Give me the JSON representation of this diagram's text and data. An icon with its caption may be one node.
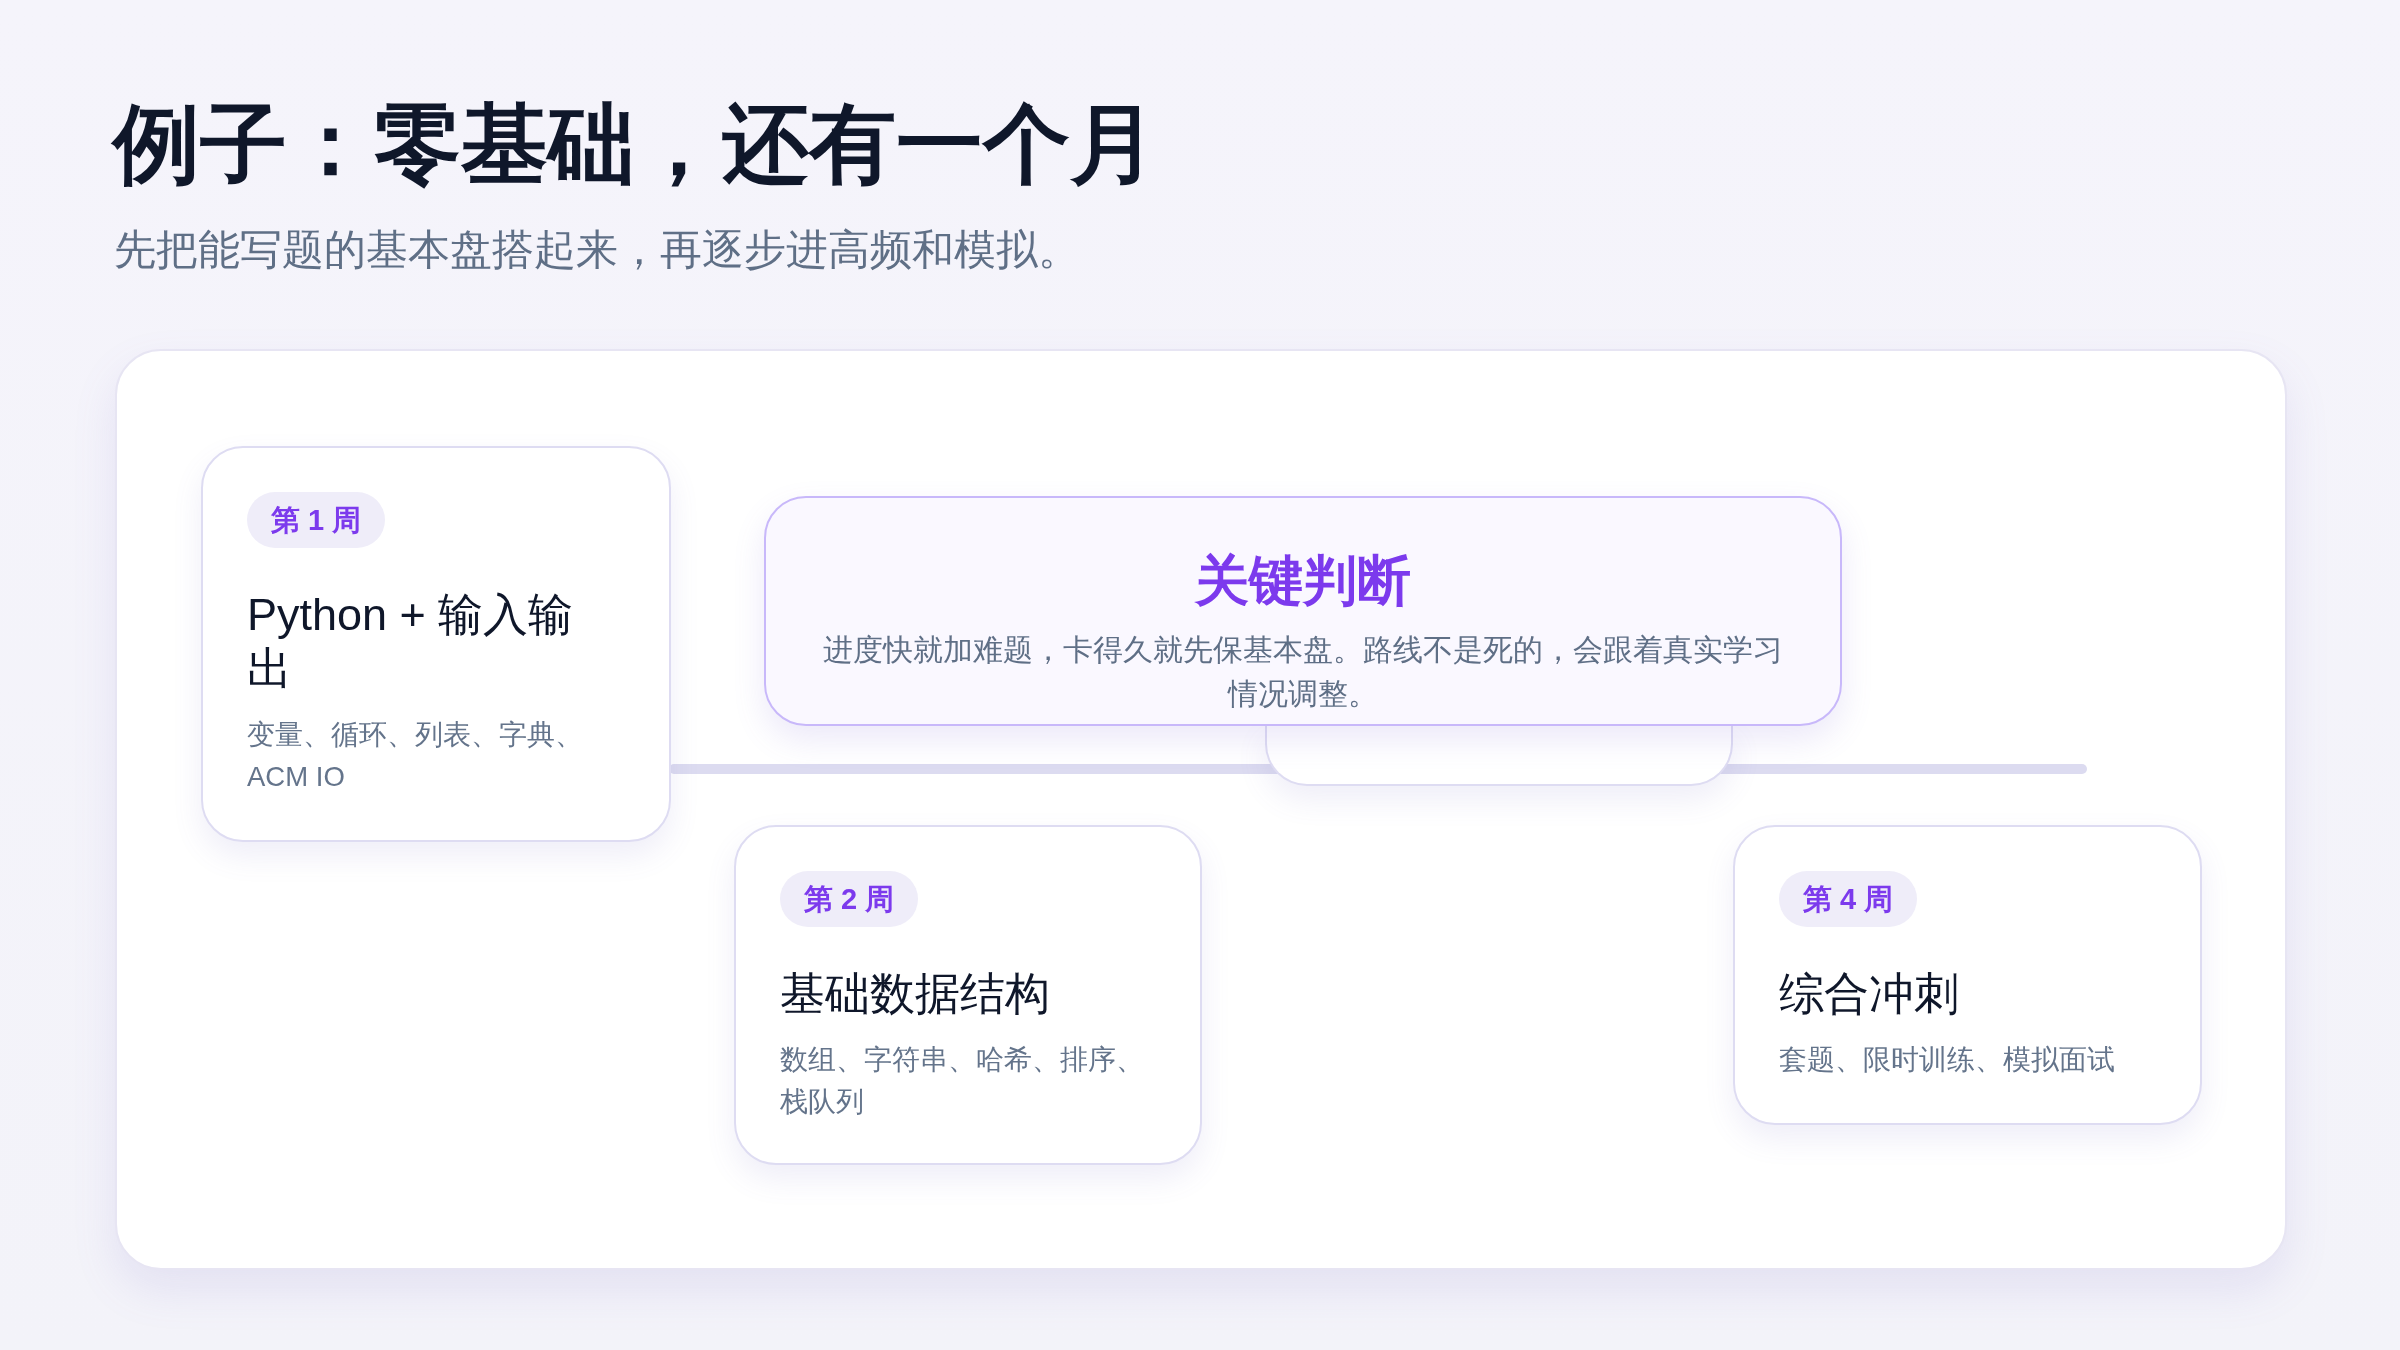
{
  "diagram": {
    "title": "例子：零基础，还有一个月",
    "nodes": [
      {
        "text": [],
        "shape": "box"
      },
      {
        "text": [
          "Python + 输入输出",
          "变量、循环、列表、字典、ACM IO"
        ],
        "in": 0
      },
      {
        "text": [
          "第 1 周"
        ],
        "in": 1
      },
      {
        "text": [
          "基础数据结构",
          "数组、字符串、哈希、排序、栈队列"
        ],
        "in": 0
      },
      {
        "text": [
          "第 2 周"
        ],
        "in": 3
      },
      {
        "text": [],
        "shape": "box",
        "in": 0
      },
      {
        "text": [
          "关键判断",
          "进度快就加难题，卡得久就先保基本盘。路线不是死的，会跟着真实学习情况调整。"
        ],
        "in": 0
      },
      {
        "text": [
          "综合冲刺",
          "套题、限时训练、模拟面试"
        ],
        "in": 0
      },
      {
        "text": [
          "第 4 周"
        ],
        "in": 7
      }
    ],
    "labels": [
      "先把能写题的基本盘搭起来，再逐步进高频和模拟。"
    ]
  }
}
